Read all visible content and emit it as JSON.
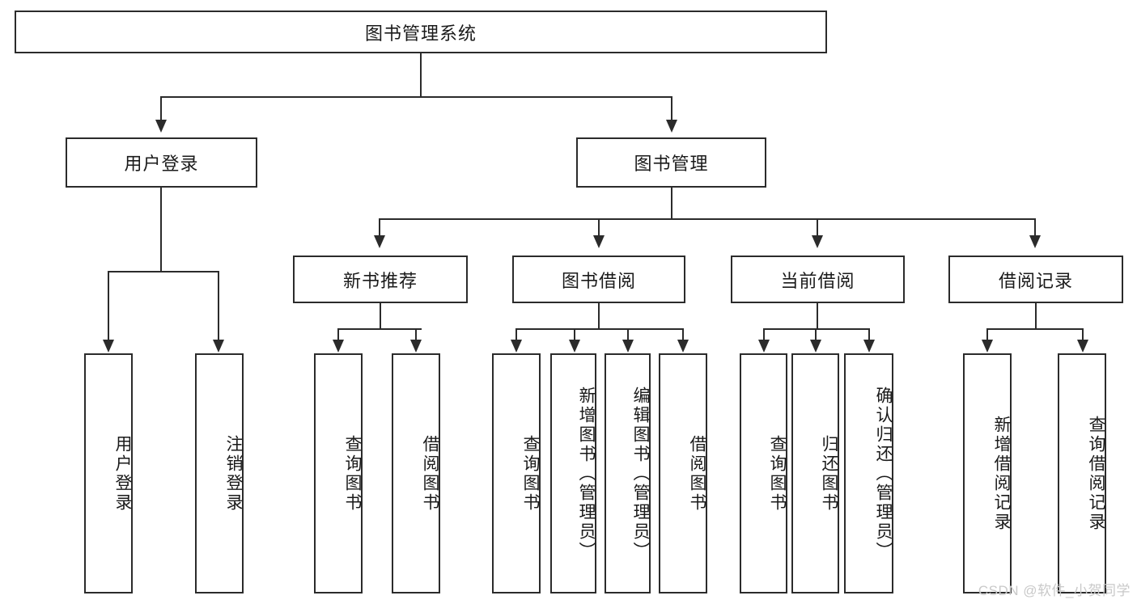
{
  "diagram": {
    "title_node": {
      "label": "图书管理系统"
    },
    "level2": [
      {
        "label": "用户登录"
      },
      {
        "label": "图书管理"
      }
    ],
    "level3": [
      {
        "label": "新书推荐"
      },
      {
        "label": "图书借阅"
      },
      {
        "label": "当前借阅"
      },
      {
        "label": "借阅记录"
      }
    ],
    "leaves": [
      {
        "label": "用户登录"
      },
      {
        "label": "注销登录"
      },
      {
        "label": "查询图书"
      },
      {
        "label": "借阅图书"
      },
      {
        "label": "查询图书"
      },
      {
        "label": "新增图书（管理员）"
      },
      {
        "label": "编辑图书（管理员）"
      },
      {
        "label": "借阅图书"
      },
      {
        "label": "查询图书"
      },
      {
        "label": "归还图书"
      },
      {
        "label": "确认归还（管理员）"
      },
      {
        "label": "新增借阅记录"
      },
      {
        "label": "查询借阅记录"
      }
    ],
    "watermark": "CSDN @软件_小贺同学",
    "colors": {
      "stroke": "#2b2b2b",
      "fill": "#ffffff",
      "text": "#1a1a1a",
      "watermark": "#c9c9c9"
    }
  }
}
